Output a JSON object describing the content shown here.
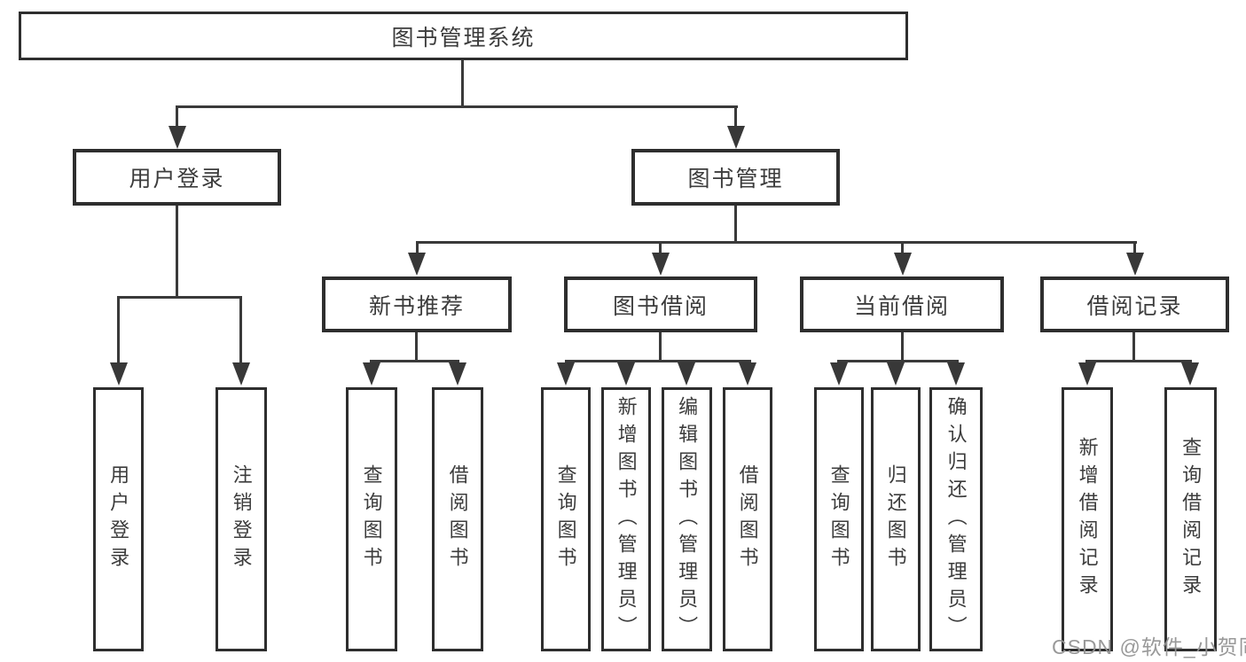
{
  "tree": {
    "root": "图书管理系统",
    "branches": [
      {
        "label": "用户登录",
        "children": [
          "用户登录",
          "注销登录"
        ]
      },
      {
        "label": "图书管理",
        "sections": [
          {
            "label": "新书推荐",
            "children": [
              "查询图书",
              "借阅图书"
            ]
          },
          {
            "label": "图书借阅",
            "children": [
              "查询图书",
              "新增图书（管理员）",
              "编辑图书（管理员）",
              "借阅图书"
            ]
          },
          {
            "label": "当前借阅",
            "children": [
              "查询图书",
              "归还图书",
              "确认归还（管理员）"
            ]
          },
          {
            "label": "借阅记录",
            "children": [
              "新增借阅记录",
              "查询借阅记录"
            ]
          }
        ]
      }
    ]
  },
  "watermark": "CSDN @软件_小贺同学",
  "colors": {
    "line": "#3a3a3a",
    "border": "#2e2e2e",
    "text": "#3c3c3c",
    "watermark": "#949494",
    "background": "#ffffff"
  }
}
